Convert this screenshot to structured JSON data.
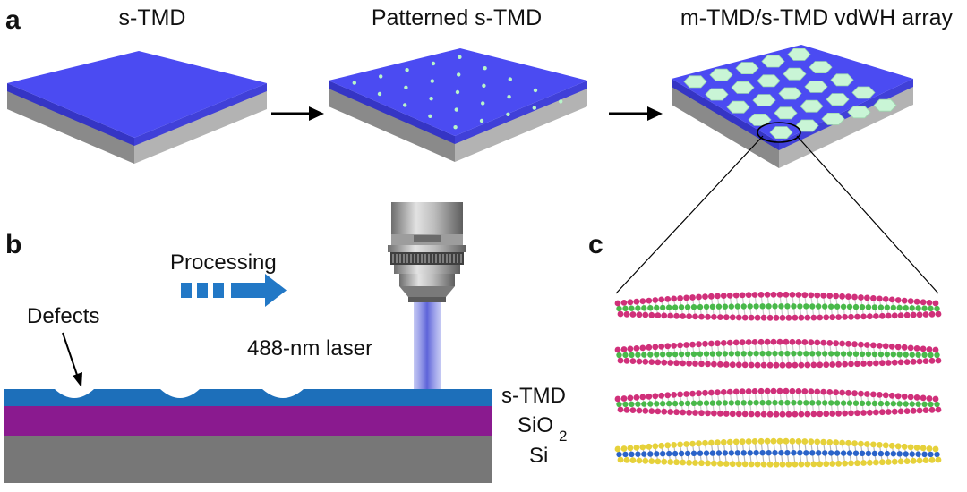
{
  "panel_a": {
    "label": "a",
    "titles": [
      "s-TMD",
      "Patterned s-TMD",
      "m-TMD/s-TMD vdWH array"
    ]
  },
  "panel_b": {
    "label": "b",
    "processing": "Processing",
    "defects": "Defects",
    "laser": "488-nm laser",
    "layers": {
      "stmd": "s-TMD",
      "sio2_main": "SiO",
      "sio2_sub": "2",
      "si": "Si"
    }
  },
  "panel_c": {
    "label": "c"
  },
  "colors": {
    "stmd_top": "#4b4bf2",
    "stmd_side": "#3535c4",
    "substrate": "#9a9a9a",
    "dot": "#b8f5c8",
    "hexagon": "#c9f5d6",
    "layer_blue": "#1d6fba",
    "layer_purple": "#8a1a8f",
    "layer_gray": "#777777",
    "arrow_blue": "#2278c6",
    "laser": "#aab0ee",
    "atom_pink": "#d0307a",
    "atom_green": "#49b94a",
    "atom_yellow": "#e6d13a",
    "atom_blue": "#2a63c9"
  }
}
